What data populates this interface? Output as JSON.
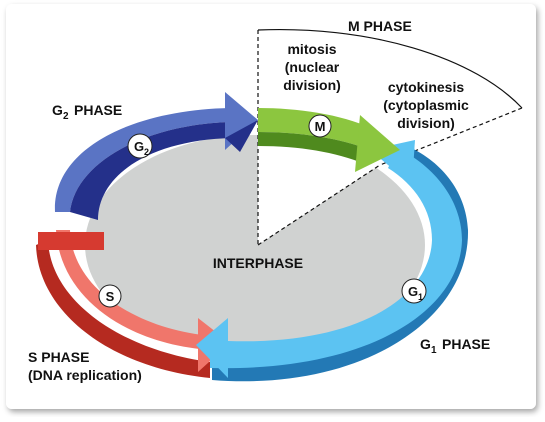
{
  "labels": {
    "m_phase": "M PHASE",
    "mitosis": [
      "mitosis",
      "(nuclear",
      "division)"
    ],
    "cytokinesis": [
      "cytokinesis",
      "(cytoplasmic",
      "division)"
    ],
    "g2_phase_main": "G",
    "g2_phase_sub": "2",
    "g2_phase_rest": "PHASE",
    "interphase": "INTERPHASE",
    "g1_phase_main": "G",
    "g1_phase_sub": "1",
    "g1_phase_rest": "PHASE",
    "s_phase": [
      "S PHASE",
      "(DNA replication)"
    ]
  },
  "badges": {
    "m": "M",
    "s": "S",
    "g1_main": "G",
    "g1_sub": "1",
    "g2_main": "G",
    "g2_sub": "2"
  },
  "colors": {
    "g2": "#5a74c4",
    "g2_dark": "#24308a",
    "m": "#8cc63f",
    "m_dark": "#4f8a1e",
    "g1": "#5cc3f2",
    "g1_dark": "#2379b5",
    "s": "#f0766b",
    "s_dark": "#b52a20",
    "interphase": "#d0d2d1"
  }
}
